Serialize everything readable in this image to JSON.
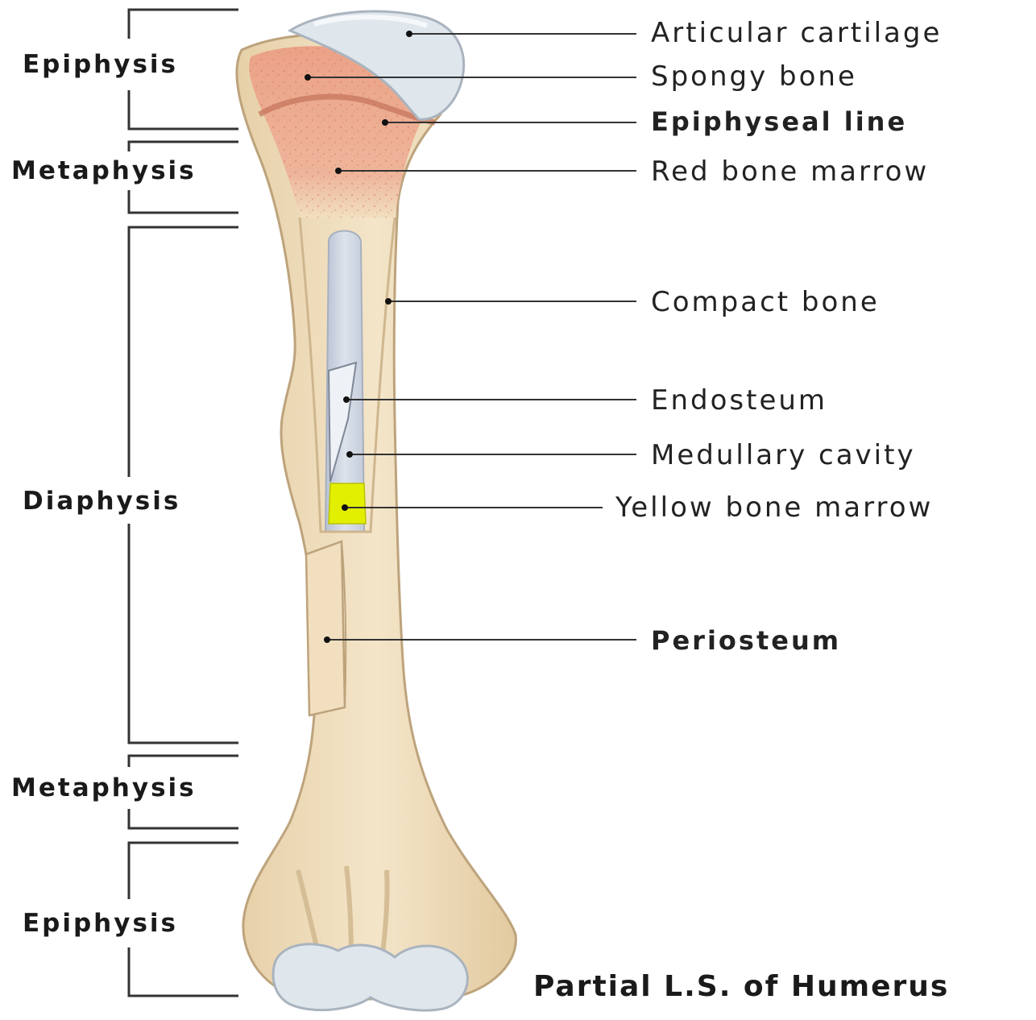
{
  "colors": {
    "bone": "#f1dfbf",
    "bone_outline": "#bda37c",
    "cartilage": "#dfe6ec",
    "spongy_bone": "#ecaa8c",
    "medullary_cavity": "#cfd6e3",
    "yellow_marrow": "#e2ef00",
    "line": "#333333"
  },
  "caption": "Partial L.S. of Humerus",
  "regions": [
    {
      "id": "epiphysis-top",
      "label": "Epiphysis"
    },
    {
      "id": "metaphysis-top",
      "label": "Metaphysis"
    },
    {
      "id": "diaphysis",
      "label": "Diaphysis"
    },
    {
      "id": "metaphysis-bottom",
      "label": "Metaphysis"
    },
    {
      "id": "epiphysis-bottom",
      "label": "Epiphysis"
    }
  ],
  "labels": [
    {
      "id": "articular-cartilage",
      "text": "Articular cartilage",
      "bold": false
    },
    {
      "id": "spongy-bone",
      "text": "Spongy bone",
      "bold": false
    },
    {
      "id": "epiphyseal-line",
      "text": "Epiphyseal line",
      "bold": true
    },
    {
      "id": "red-bone-marrow",
      "text": "Red bone marrow",
      "bold": false
    },
    {
      "id": "compact-bone",
      "text": "Compact bone",
      "bold": false
    },
    {
      "id": "endosteum",
      "text": "Endosteum",
      "bold": false
    },
    {
      "id": "medullary-cavity",
      "text": "Medullary cavity",
      "bold": false
    },
    {
      "id": "yellow-bone-marrow",
      "text": "Yellow bone marrow",
      "bold": false
    },
    {
      "id": "periosteum",
      "text": "Periosteum",
      "bold": true
    }
  ]
}
